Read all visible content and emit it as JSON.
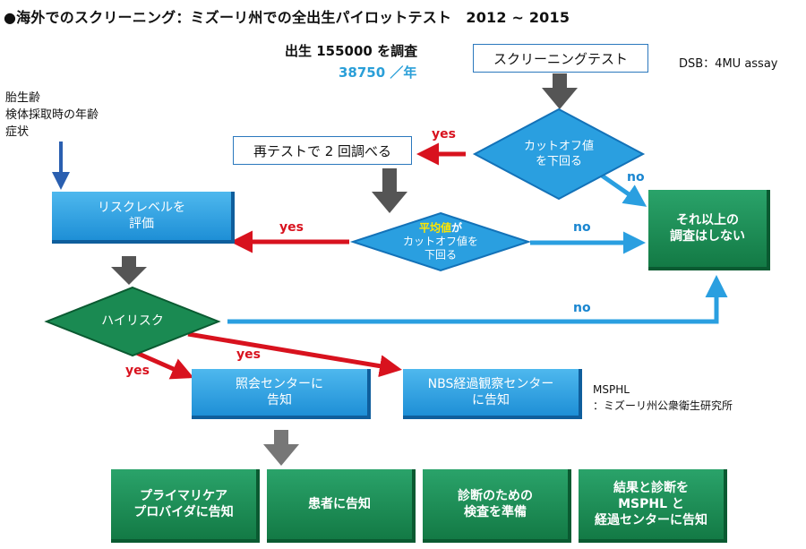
{
  "title": "●海外でのスクリーニング：ミズーリ州での全出生パイロットテスト　2012 ~ 2015",
  "subject_line": "出生 155000 を調査",
  "per_year": "38750 ／年",
  "dsb_note": "DSB：4MU assay",
  "left_info": [
    "胎生齢",
    "検体採取時の年齢",
    "症状"
  ],
  "msphl_note": [
    "MSPHL",
    "：ミズーリ州公衆衛生研究所"
  ],
  "nodes": {
    "screening_test": "スクリーニングテスト",
    "retest": "再テストで 2 回調べる",
    "cutoff_diamond": [
      "カットオフ値",
      "を下回る"
    ],
    "avg_diamond_highlight": "平均値",
    "avg_diamond_rest": "が",
    "avg_diamond_lines": [
      "カットオフ値を",
      "下回る"
    ],
    "no_further": [
      "それ以上の",
      "調査はしない"
    ],
    "risk_eval": [
      "リスクレベルを",
      "評価"
    ],
    "high_risk": "ハイリスク",
    "notify_referral": [
      "照会センターに",
      "告知"
    ],
    "notify_nbs": [
      "NBS経過観察センター",
      "に告知"
    ],
    "final": [
      [
        "プライマリケア",
        "プロバイダに告知"
      ],
      [
        "患者に告知"
      ],
      [
        "診断のための",
        "検査を準備"
      ],
      [
        "結果と診断を",
        "MSPHL と",
        "経過センターに告知"
      ]
    ]
  },
  "edge_labels": {
    "yes": "yes",
    "no": "no"
  },
  "colors": {
    "blue_node": "#2a9fe0",
    "green_node": "#1a8a52",
    "yes_arrow": "#d8121e",
    "no_arrow": "#2a9fe0",
    "flow_arrow": "#5a5a5a"
  }
}
